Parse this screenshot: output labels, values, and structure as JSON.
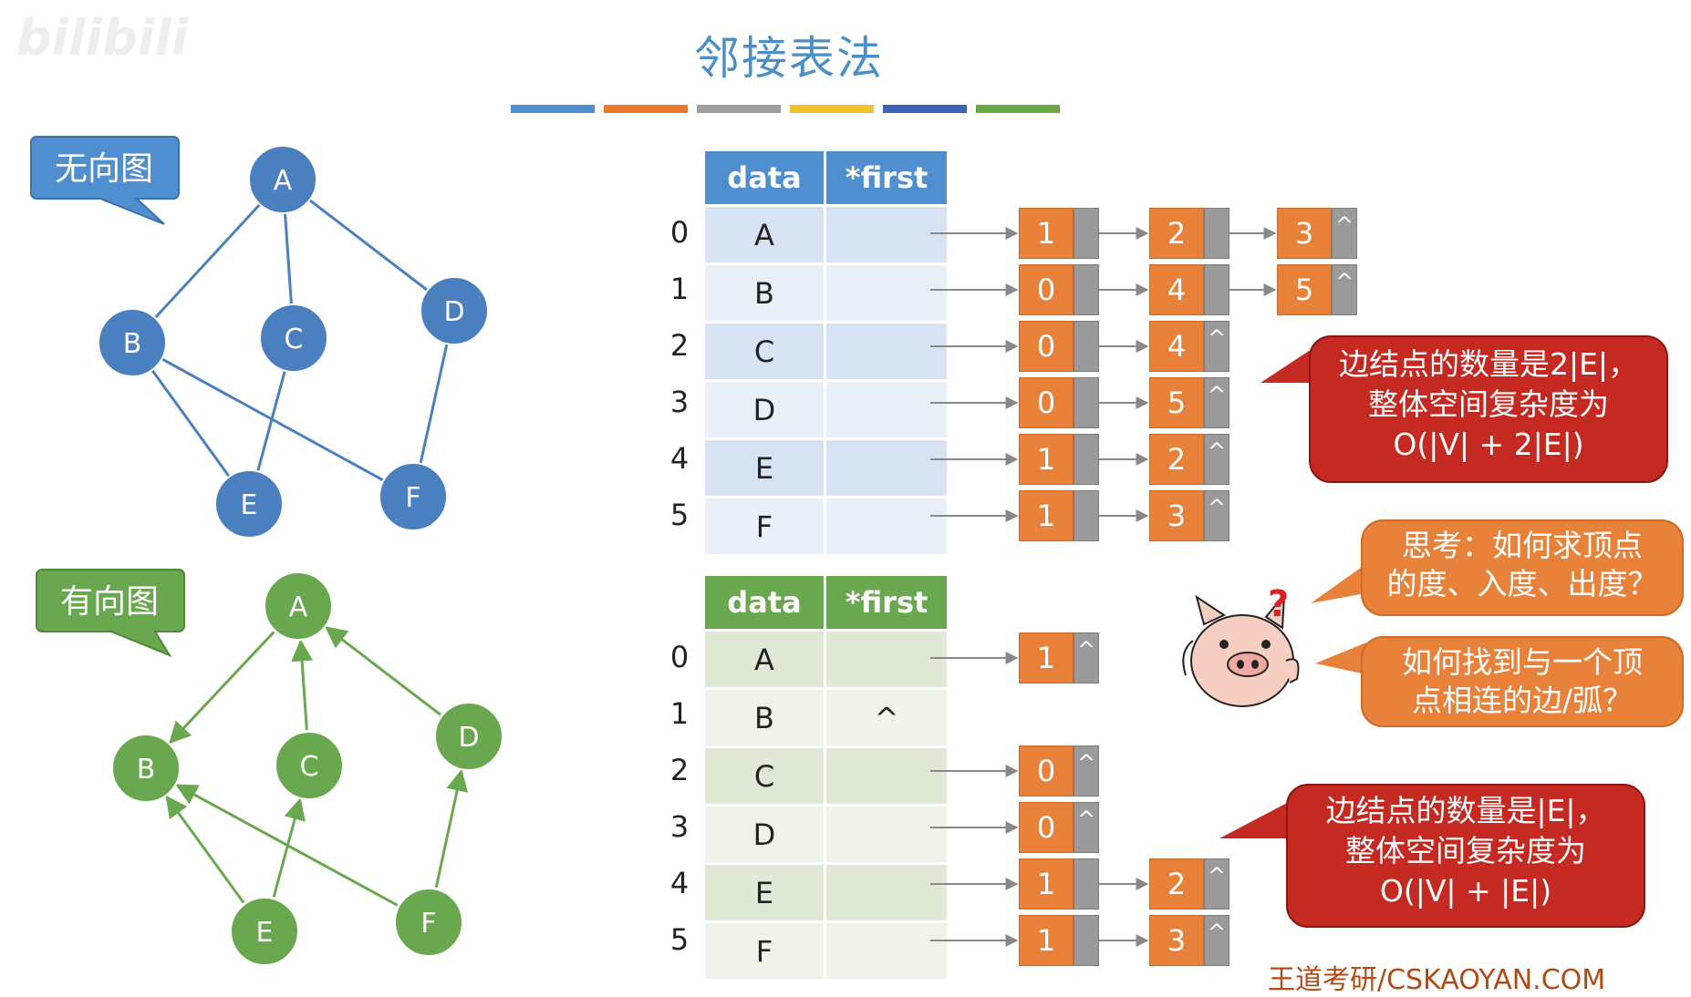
{
  "title": "邻接表法",
  "watermark": "bilibili",
  "color_bars": [
    "#4f8fcf",
    "#e8782c",
    "#a0a0a0",
    "#f2c12e",
    "#3f63b8",
    "#6ba844"
  ],
  "undirected": {
    "label": "无向图",
    "color": "#4a7fc0",
    "nodes": [
      "A",
      "B",
      "C",
      "D",
      "E",
      "F"
    ],
    "edges": [
      [
        "A",
        "B"
      ],
      [
        "A",
        "C"
      ],
      [
        "A",
        "D"
      ],
      [
        "B",
        "E"
      ],
      [
        "B",
        "F"
      ],
      [
        "C",
        "E"
      ],
      [
        "D",
        "F"
      ]
    ]
  },
  "directed": {
    "label": "有向图",
    "color": "#6aa84f",
    "nodes": [
      "A",
      "B",
      "C",
      "D",
      "E",
      "F"
    ],
    "arcs": [
      [
        "A",
        "B"
      ],
      [
        "D",
        "A"
      ],
      [
        "C",
        "A"
      ],
      [
        "E",
        "B"
      ],
      [
        "F",
        "B"
      ],
      [
        "E",
        "C"
      ],
      [
        "F",
        "D"
      ]
    ]
  },
  "table1": {
    "headers": [
      "data",
      "*first"
    ],
    "header_color": "#4f8fcf",
    "rows": [
      {
        "idx": "0",
        "data": "A",
        "first": "",
        "list": [
          {
            "v": "1",
            "p": ""
          },
          {
            "v": "2",
            "p": ""
          },
          {
            "v": "3",
            "p": "^"
          }
        ]
      },
      {
        "idx": "1",
        "data": "B",
        "first": "",
        "list": [
          {
            "v": "0",
            "p": ""
          },
          {
            "v": "4",
            "p": ""
          },
          {
            "v": "5",
            "p": "^"
          }
        ]
      },
      {
        "idx": "2",
        "data": "C",
        "first": "",
        "list": [
          {
            "v": "0",
            "p": ""
          },
          {
            "v": "4",
            "p": "^"
          }
        ]
      },
      {
        "idx": "3",
        "data": "D",
        "first": "",
        "list": [
          {
            "v": "0",
            "p": ""
          },
          {
            "v": "5",
            "p": "^"
          }
        ]
      },
      {
        "idx": "4",
        "data": "E",
        "first": "",
        "list": [
          {
            "v": "1",
            "p": ""
          },
          {
            "v": "2",
            "p": "^"
          }
        ]
      },
      {
        "idx": "5",
        "data": "F",
        "first": "",
        "list": [
          {
            "v": "1",
            "p": ""
          },
          {
            "v": "3",
            "p": "^"
          }
        ]
      }
    ]
  },
  "table2": {
    "headers": [
      "data",
      "*first"
    ],
    "header_color": "#6aa84f",
    "rows": [
      {
        "idx": "0",
        "data": "A",
        "first": "",
        "list": [
          {
            "v": "1",
            "p": "^"
          }
        ]
      },
      {
        "idx": "1",
        "data": "B",
        "first": "^",
        "list": []
      },
      {
        "idx": "2",
        "data": "C",
        "first": "",
        "list": [
          {
            "v": "0",
            "p": "^"
          }
        ]
      },
      {
        "idx": "3",
        "data": "D",
        "first": "",
        "list": [
          {
            "v": "0",
            "p": "^"
          }
        ]
      },
      {
        "idx": "4",
        "data": "E",
        "first": "",
        "list": [
          {
            "v": "1",
            "p": ""
          },
          {
            "v": "2",
            "p": "^"
          }
        ]
      },
      {
        "idx": "5",
        "data": "F",
        "first": "",
        "list": [
          {
            "v": "1",
            "p": ""
          },
          {
            "v": "3",
            "p": "^"
          }
        ]
      }
    ]
  },
  "callout_red1": [
    "边结点的数量是2|E|，",
    "整体空间复杂度为",
    "O(|V| + 2|E|)"
  ],
  "callout_orange1": [
    "思考：如何求顶点",
    "的度、入度、出度？"
  ],
  "callout_orange2": [
    "如何找到与一个顶",
    "点相连的边/弧？"
  ],
  "callout_red2": [
    "边结点的数量是|E|，",
    "整体空间复杂度为",
    "O(|V| + |E|)"
  ],
  "question_mark": "?",
  "footer": "王道考研/CSKAOYAN.COM"
}
